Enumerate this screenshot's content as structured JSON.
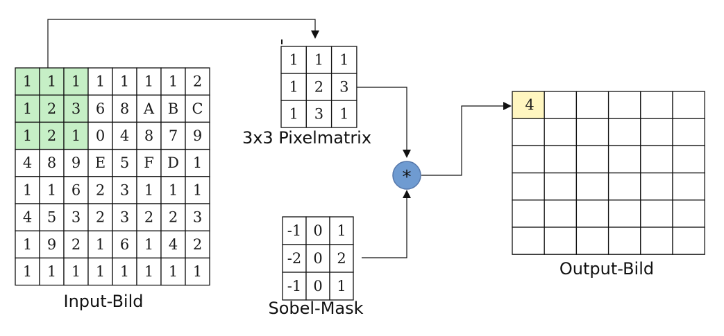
{
  "colors": {
    "grid": "#111111",
    "highlight": "#c6efc6",
    "output_highlight": "#fff6c0",
    "operator_fill": "#6f9bd1",
    "operator_stroke": "#5577aa"
  },
  "input": {
    "caption": "Input-Bild",
    "rows": [
      [
        "1",
        "1",
        "1",
        "1",
        "1",
        "1",
        "1",
        "2"
      ],
      [
        "1",
        "2",
        "3",
        "6",
        "8",
        "A",
        "B",
        "C"
      ],
      [
        "1",
        "2",
        "1",
        "0",
        "4",
        "8",
        "7",
        "9"
      ],
      [
        "4",
        "8",
        "9",
        "E",
        "5",
        "F",
        "D",
        "1"
      ],
      [
        "1",
        "1",
        "6",
        "2",
        "3",
        "1",
        "1",
        "1"
      ],
      [
        "4",
        "5",
        "3",
        "2",
        "3",
        "2",
        "2",
        "3"
      ],
      [
        "1",
        "9",
        "2",
        "1",
        "6",
        "1",
        "4",
        "2"
      ],
      [
        "1",
        "1",
        "1",
        "1",
        "1",
        "1",
        "1",
        "1"
      ]
    ],
    "highlight_rows": 3,
    "highlight_cols": 3
  },
  "pixel_matrix": {
    "caption": "3x3 Pixelmatrix",
    "rows": [
      [
        "1",
        "1",
        "1"
      ],
      [
        "1",
        "2",
        "3"
      ],
      [
        "1",
        "3",
        "1"
      ]
    ]
  },
  "sobel": {
    "caption": "Sobel-Mask",
    "rows": [
      [
        "-1",
        "0",
        "1"
      ],
      [
        "-2",
        "0",
        "2"
      ],
      [
        "-1",
        "0",
        "1"
      ]
    ]
  },
  "operator": {
    "symbol": "*",
    "icon": "convolution-operator-icon"
  },
  "output": {
    "caption": "Output-Bild",
    "rows_count": 6,
    "cols_count": 6,
    "first_value": "4"
  }
}
